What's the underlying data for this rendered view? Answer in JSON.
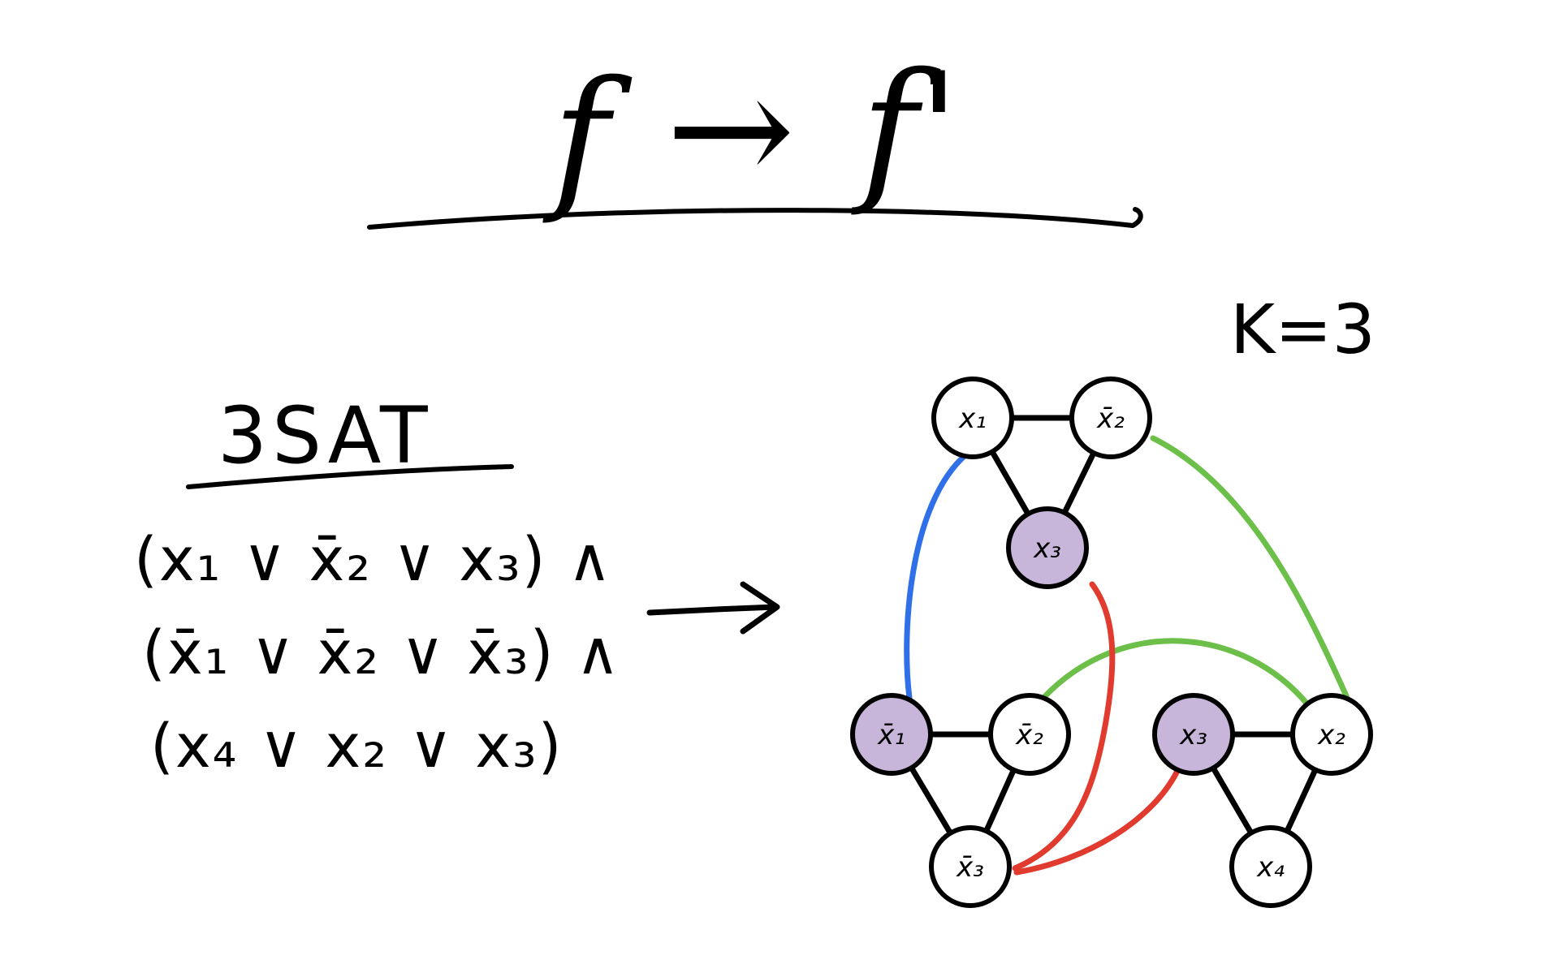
{
  "title": {
    "left": "f",
    "arrow": "→",
    "right": "f'"
  },
  "k_label": "K=3",
  "sat": {
    "heading": "3SAT",
    "clauses": [
      "(x₁ ∨ x̄₂ ∨ x₃) ∧",
      "(x̄₁ ∨ x̄₂ ∨ x̄₃) ∧",
      "(x₄ ∨ x₂ ∨ x₃)"
    ],
    "arrow": "→"
  },
  "graph": {
    "colors": {
      "node_fill": "#ffffff",
      "node_selected_fill": "#c7b6da",
      "blue": "#2f6fe8",
      "green": "#6cc04a",
      "red": "#e03b2e",
      "ink": "#000000"
    },
    "nodes": [
      {
        "id": "n1",
        "label": "x₁",
        "selected": false
      },
      {
        "id": "n2",
        "label": "x̄₂",
        "selected": false
      },
      {
        "id": "n3",
        "label": "x₃",
        "selected": true
      },
      {
        "id": "n4",
        "label": "x̄₁",
        "selected": true
      },
      {
        "id": "n5",
        "label": "x̄₂",
        "selected": false
      },
      {
        "id": "n6",
        "label": "x̄₃",
        "selected": false
      },
      {
        "id": "n7",
        "label": "x₃",
        "selected": true
      },
      {
        "id": "n8",
        "label": "x₂",
        "selected": false
      },
      {
        "id": "n9",
        "label": "x₄",
        "selected": false
      }
    ]
  }
}
